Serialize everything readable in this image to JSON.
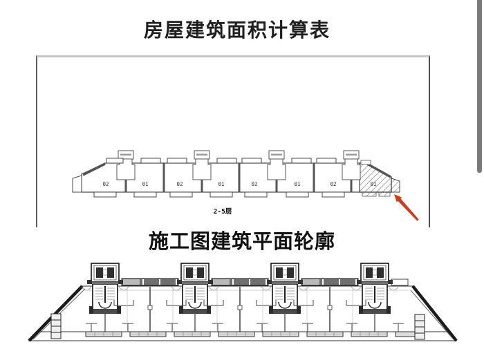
{
  "title": {
    "text": "房屋建筑面积计算表"
  },
  "caption": {
    "text": "施工图建筑平面轮廓"
  },
  "top_plan": {
    "floor_label": "2-5层",
    "unit_labels": [
      "02",
      "01",
      "02",
      "01",
      "02",
      "01",
      "02",
      "01"
    ],
    "arrow_color": "#c63f22",
    "hatch_color": "#666666"
  },
  "scrollbar": {
    "color": "#7b7b7b"
  }
}
